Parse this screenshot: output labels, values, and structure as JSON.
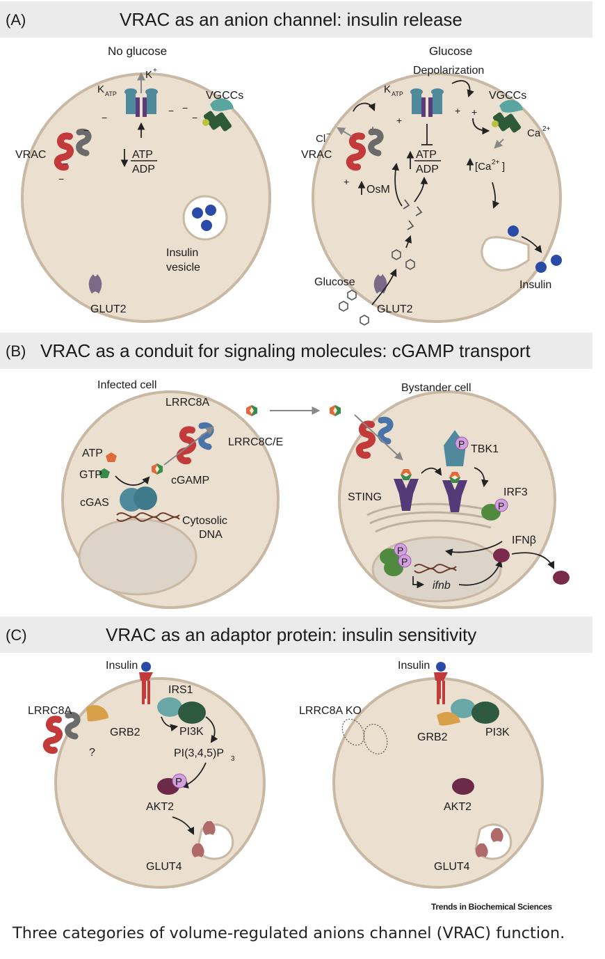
{
  "panels": {
    "a": {
      "label": "(A)",
      "title": "VRAC as an anion channel: insulin release",
      "left": {
        "heading": "No glucose",
        "katp_k": "K",
        "katp_sub": "ATP",
        "k_ion": "K",
        "k_sup": "+",
        "vgcc": "VGCCs",
        "vrac": "VRAC",
        "atp": "ATP",
        "adp": "ADP",
        "vesicle_line1": "Insulin",
        "vesicle_line2": "vesicle",
        "glut2": "GLUT2"
      },
      "right": {
        "heading": "Glucose",
        "depolarization": "Depolarization",
        "katp_k": "K",
        "katp_sub": "ATP",
        "vgcc": "VGCCs",
        "cl": "Cl",
        "cl_sup": "−",
        "vrac": "VRAC",
        "ca": "Ca",
        "ca_sup": "2+",
        "atp": "ATP",
        "adp": "ADP",
        "osm": "OsM",
        "ca_in_open": "[Ca",
        "ca_in_sup": "2+",
        "ca_in_close": "]",
        "glucose": "Glucose",
        "glut2": "GLUT2",
        "insulin": "Insulin"
      }
    },
    "b": {
      "label": "(B)",
      "title": "VRAC as a conduit for signaling molecules: cGAMP transport",
      "left": {
        "heading": "Infected cell",
        "lrrc8a": "LRRC8A",
        "lrrc8ce": "LRRC8C/E",
        "atp": "ATP",
        "gtp": "GTP",
        "cgamp": "cGAMP",
        "cgas": "cGAS",
        "dna_line1": "Cytosolic",
        "dna_line2": "DNA"
      },
      "right": {
        "heading": "Bystander cell",
        "sting": "STING",
        "tbk1": "TBK1",
        "irf3": "IRF3",
        "ifnb_protein": "IFNβ",
        "ifnb_gene": "ifnb",
        "p": "P"
      }
    },
    "c": {
      "label": "(C)",
      "title": "VRAC as an adaptor protein: insulin sensitivity",
      "left": {
        "insulin": "Insulin",
        "lrrc8a": "LRRC8A",
        "grb2": "GRB2",
        "question": "?",
        "irs1": "IRS1",
        "pi3k": "PI3K",
        "pip3_main": "PI(3,4,5)P",
        "pip3_sub": "3",
        "akt2": "AKT2",
        "glut4": "GLUT4",
        "p": "P"
      },
      "right": {
        "insulin": "Insulin",
        "lrrc8a_ko": "LRRC8A KO",
        "grb2": "GRB2",
        "pi3k": "PI3K",
        "akt2": "AKT2",
        "glut4": "GLUT4"
      }
    }
  },
  "source": "Trends in Biochemical Sciences",
  "caption": "Three categories of volume-regulated anions channel (VRAC) function.",
  "colors": {
    "cell": "#ebe0d0",
    "cell_border": "#c9b8a4",
    "band": "#ebebeb",
    "vrac_red": "#c23a3a",
    "vrac_gray": "#6b6b6b",
    "lrrc8_blue": "#4a74a8",
    "katp_teal": "#4e8a9b",
    "katp_purple": "#5a3a78",
    "vgcc_teal": "#5aa5a0",
    "vgcc_green": "#2f5a3a",
    "insulin_blue": "#2a4aa8",
    "glut_purple": "#7a6a88",
    "sting_purple": "#553a78",
    "irf3_green": "#4f8a3f",
    "p_pink": "#d3a0de",
    "ifnb_maroon": "#7a2a4a",
    "grb2_orange": "#d9a04a",
    "irs1_teal": "#6aa8a8",
    "pi3k_green": "#2f5a42",
    "akt2_maroon": "#6a2a48",
    "glut4_red": "#b06a6a",
    "gtp_green": "#3a8a4a",
    "atp_orange": "#e06a3a"
  }
}
